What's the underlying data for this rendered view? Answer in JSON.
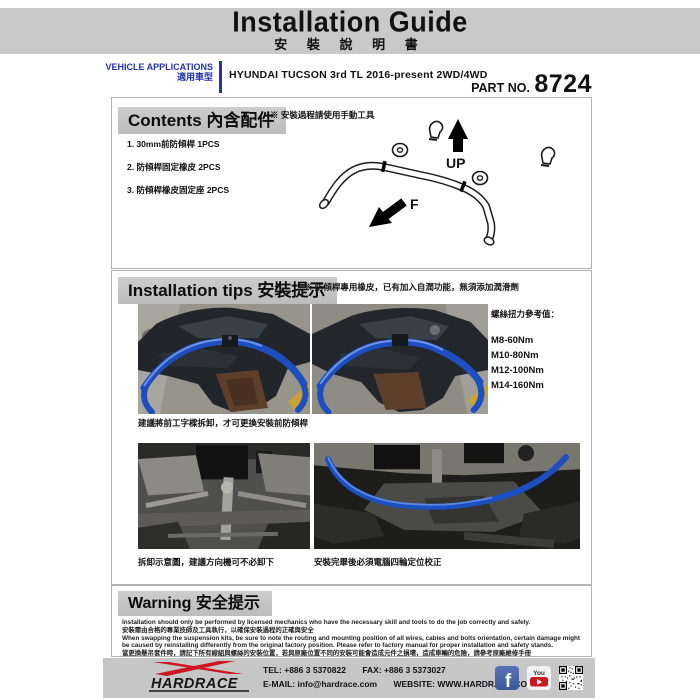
{
  "title": {
    "en": "Installation Guide",
    "zh": "安 裝 說 明 書"
  },
  "header": {
    "vehicle_applications_en": "VEHICLE APPLICATIONS",
    "vehicle_applications_zh": "適用車型",
    "vehicle_model": "HYUNDAI TUCSON  3rd TL 2016-present 2WD/4WD",
    "part_no_label": "PART NO.",
    "part_no": "8724"
  },
  "contents": {
    "heading": "Contents 內含配件",
    "note": "※ 安裝過程請使用手動工具",
    "items": [
      "1. 30mm前防傾桿 1PCS",
      "2. 防傾桿固定橡皮 2PCS",
      "3. 防傾桿橡皮固定座 2PCS"
    ],
    "diagram": {
      "up_label": "UP",
      "front_label": "F"
    }
  },
  "installation_tips": {
    "heading": "Installation tips 安裝提示",
    "note": "※ 防傾桿專用橡皮，已有加入自潤功能，無須添加潤滑劑",
    "torque": {
      "heading": "螺絲扭力參考值：",
      "values": [
        "M8-60Nm",
        "M10-80Nm",
        "M12-100Nm",
        "M14-160Nm"
      ]
    },
    "captions": {
      "row1": "建議將前工字樑拆卸，才可更換安裝前防傾桿",
      "row2_left": "拆卸示意圖，建議方向機可不必卸下",
      "row2_right": "安裝完畢後必須電腦四輪定位校正"
    }
  },
  "warning": {
    "heading": "Warning 安全提示",
    "lines": [
      "Installation should only be performed by licensed mechanics who have the necessary skill and tools to do the job correctly and safely.",
      "安裝需由合格的專業技師及工具執行，以確保安裝過程的正確與安全",
      "When swapping the suspension kits, be sure to note the routing and mounting position of all wires, cables and bolts orientation, certain damage might be caused by reinstalling differently from the original factory position. Please refer to factory manual for proper installation and safety stands.",
      "當更換懸吊套件時，請記下所有線組與螺絲的安裝位置，若與原廠位置不同的安裝可能會造成元件之損壞，造成車輛的危險，請參考原廠維修手冊"
    ]
  },
  "footer": {
    "brand": "HARDRACE",
    "tel": "TEL: +886 3 5370822",
    "fax": "FAX: +886 3 5373027",
    "email": "E-MAIL: info@hardrace.com",
    "website": "WEBSITE: WWW.HARDRACE.COM",
    "icons": [
      "facebook-icon",
      "youtube-icon",
      "qr-code"
    ]
  },
  "colors": {
    "banner_gray": "#c9c9c9",
    "accent_blue": "#2433ad",
    "swaybar_blue": "#1e4fc0",
    "brand_red": "#cc1622",
    "facebook_blue": "#3b5998",
    "youtube_red": "#cc181e"
  }
}
